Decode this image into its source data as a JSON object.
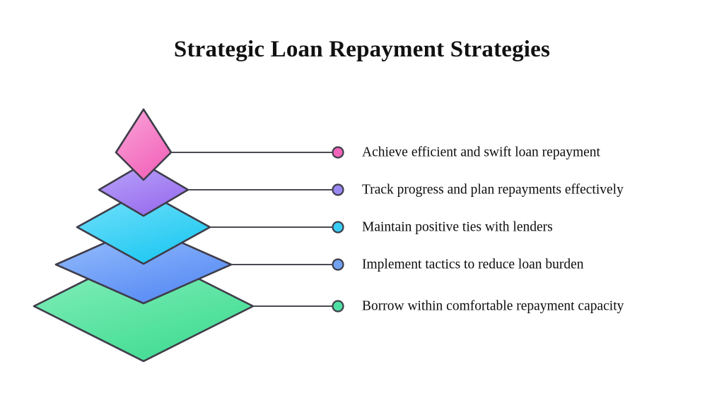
{
  "title": "Strategic Loan Repayment Strategies",
  "background_color": "#ffffff",
  "title_color": "#111111",
  "diagram": {
    "type": "layered-pyramid",
    "outline_color": "#3f3d4a",
    "connector_color": "#4a4a52",
    "levels": [
      {
        "index": 1,
        "position": "top",
        "label": "Achieve efficient and swift loan repayment",
        "color": "#f57fc8",
        "gradient_from": "#f9a3d8",
        "gradient_to": "#f263b9",
        "dot_color": "#f064ba"
      },
      {
        "index": 2,
        "position": "second",
        "label": "Track progress and plan repayments effectively",
        "color": "#a38ef9",
        "gradient_from": "#b9a6fb",
        "gradient_to": "#9a6fee",
        "dot_color": "#9a88f2"
      },
      {
        "index": 3,
        "position": "middle",
        "label": "Maintain positive ties with lenders",
        "color": "#4cd3fa",
        "gradient_from": "#79e2fb",
        "gradient_to": "#22c9f2",
        "dot_color": "#38cdf4"
      },
      {
        "index": 4,
        "position": "fourth",
        "label": "Implement tactics to reduce loan burden",
        "color": "#7ba8fb",
        "gradient_from": "#9cc2fc",
        "gradient_to": "#5a8df5",
        "dot_color": "#71a2f0"
      },
      {
        "index": 5,
        "position": "base",
        "label": "Borrow within comfortable repayment capacity",
        "color": "#63e8a8",
        "gradient_from": "#8bf0bf",
        "gradient_to": "#45dd95",
        "dot_color": "#4ee0a2"
      }
    ]
  }
}
